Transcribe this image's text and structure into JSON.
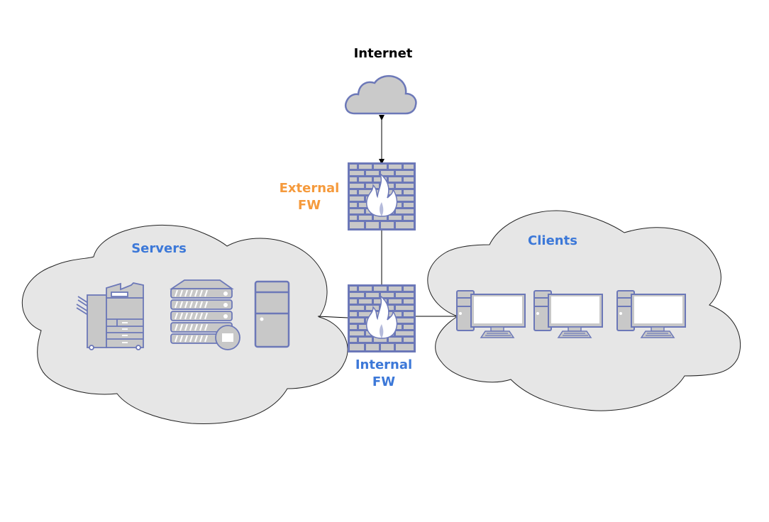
{
  "title": "Network firewall topology",
  "colors": {
    "icon_stroke": "#6c78b8",
    "icon_fill": "#c8c8c8",
    "cloud_fill": "#e6e6e6",
    "zone_label": "#3c78d8",
    "external_label": "#f59a3c",
    "internet_label": "#000000"
  },
  "nodes": {
    "internet": {
      "label": "Internet",
      "icon": "cloud-icon"
    },
    "external_fw": {
      "label_line1": "External",
      "label_line2": "FW",
      "icon": "firewall-icon"
    },
    "internal_fw": {
      "label_line1": "Internal",
      "label_line2": "FW",
      "icon": "firewall-icon"
    },
    "servers": {
      "label": "Servers",
      "devices": [
        {
          "name": "printer",
          "icon": "multifunction-printer-icon"
        },
        {
          "name": "server-rack",
          "icon": "server-rack-icon"
        },
        {
          "name": "tower-server",
          "icon": "tower-server-icon"
        }
      ]
    },
    "clients": {
      "label": "Clients",
      "devices": [
        {
          "name": "client-1",
          "icon": "desktop-computer-icon"
        },
        {
          "name": "client-2",
          "icon": "desktop-computer-icon"
        },
        {
          "name": "client-3",
          "icon": "desktop-computer-icon"
        }
      ]
    }
  },
  "edges": [
    {
      "from": "internet",
      "to": "external_fw",
      "style": "bidirectional-arrow"
    },
    {
      "from": "external_fw",
      "to": "internal_fw",
      "style": "line"
    },
    {
      "from": "internal_fw",
      "to": "servers",
      "style": "line"
    },
    {
      "from": "internal_fw",
      "to": "clients",
      "style": "line"
    }
  ]
}
